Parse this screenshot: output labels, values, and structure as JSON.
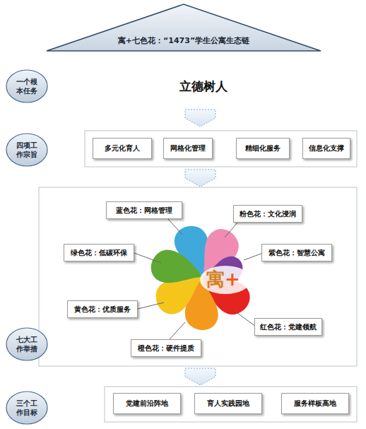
{
  "diagram": {
    "nodes": [
      {
        "text": [
          "寓+七色花：“1473”学生公寓生态链"
        ]
      },
      {
        "text": [
          "一个根本任务"
        ]
      },
      {
        "text": [
          "立德树人"
        ]
      },
      {
        "text": [
          "四项工作宗旨"
        ]
      },
      {
        "text": [
          "多元化育人"
        ]
      },
      {
        "text": [
          "网格化管理"
        ]
      },
      {
        "text": [
          "精细化服务"
        ]
      },
      {
        "text": [
          "信息化支撑"
        ]
      },
      {
        "text": [
          "七大工作举措"
        ]
      },
      {
        "text": [
          "蓝色花：网格管理"
        ]
      },
      {
        "text": [
          "粉色花：文化浸润"
        ]
      },
      {
        "text": [
          "绿色花：低碳环保"
        ]
      },
      {
        "text": [
          "紫色花：智慧公寓"
        ]
      },
      {
        "text": [
          "黄色花：优质服务"
        ]
      },
      {
        "text": [
          "红色花：党建领航"
        ]
      },
      {
        "text": [
          "橙色花：硬件提质"
        ]
      },
      {
        "text": [
          "三个工作目标"
        ]
      },
      {
        "text": [
          "党建前沿阵地"
        ]
      },
      {
        "text": [
          "育人实践园地"
        ]
      },
      {
        "text": [
          "服务样板高地"
        ]
      }
    ],
    "labels": [
      "寓+"
    ]
  }
}
